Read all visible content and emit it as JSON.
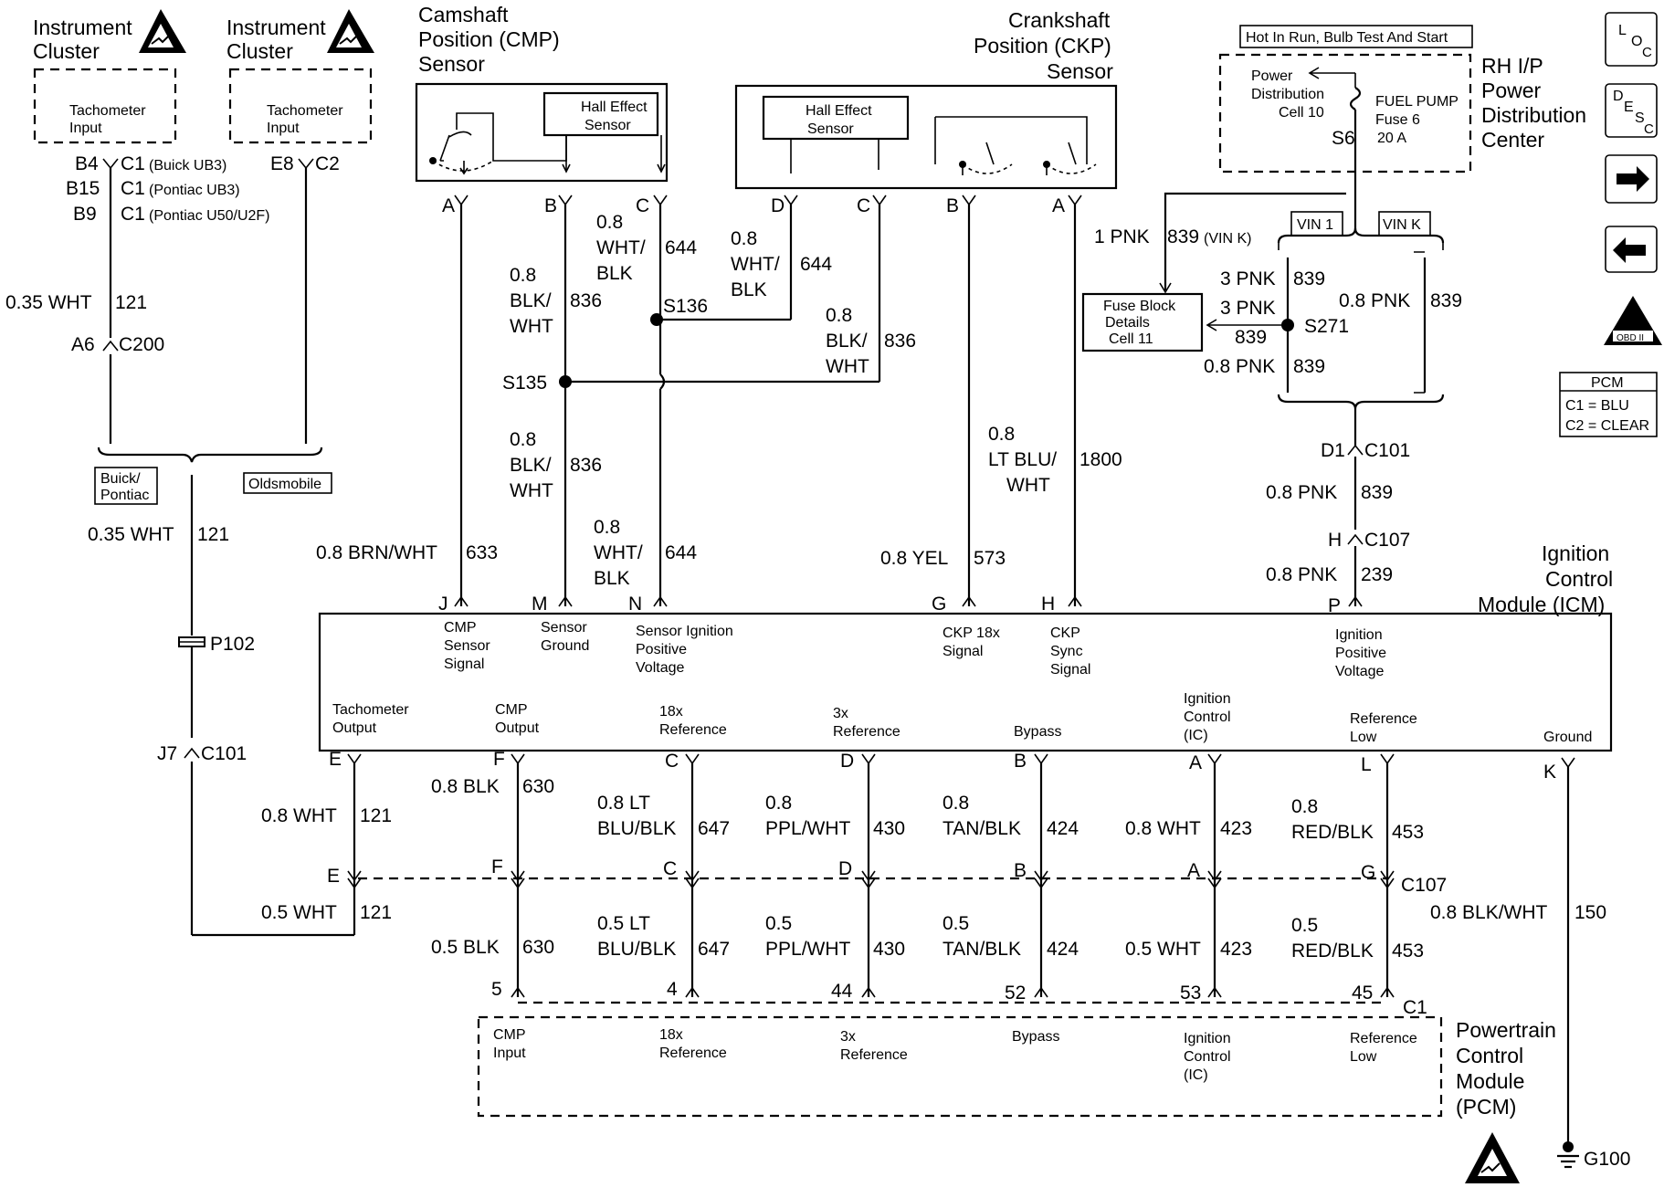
{
  "components": {
    "inst_cluster_1": [
      "Instrument",
      "Cluster"
    ],
    "inst_cluster_2": [
      "Instrument",
      "Cluster"
    ],
    "tach_input_1": [
      "Tachometer",
      "Input"
    ],
    "tach_input_2": [
      "Tachometer",
      "Input"
    ],
    "cmp_sensor": [
      "Camshaft",
      "Position (CMP)",
      "Sensor"
    ],
    "ckp_sensor": [
      "Crankshaft",
      "Position (CKP)",
      "Sensor"
    ],
    "hall_effect": [
      "Hall Effect",
      "Sensor"
    ],
    "pdc_hot": "Hot In Run, Bulb Test And Start",
    "pdc_cell": [
      "Power",
      "Distribution",
      "Cell 10"
    ],
    "pdc_fuse": [
      "FUEL PUMP",
      "Fuse 6",
      "20 A"
    ],
    "pdc_title": [
      "RH I/P",
      "Power",
      "Distribution",
      "Center"
    ],
    "fuse_block": [
      "Fuse Block",
      "Details",
      "Cell 11"
    ],
    "vin1": "VIN 1",
    "vink": "VIN K",
    "pcm_key": {
      "title": "PCM",
      "c1": "C1 = BLU",
      "c2": "C2 = CLEAR"
    },
    "icm_title": [
      "Ignition",
      "Control",
      "Module (ICM)"
    ],
    "pcm_title": [
      "Powertrain",
      "Control",
      "Module",
      "(PCM)"
    ],
    "buick_pontiac": [
      "Buick/",
      "Pontiac"
    ],
    "oldsmobile": "Oldsmobile",
    "ground": "G100",
    "s6": "S6"
  },
  "connectors": {
    "b4c1": "B4",
    "c1_buick": "C1",
    "buick_ub3": "(Buick UB3)",
    "b15": "B15",
    "c1_pont": "C1",
    "pontiac_ub3": "(Pontiac UB3)",
    "b9": "B9",
    "c1_pont2": "C1",
    "pontiac_u50": "(Pontiac U50/U2F)",
    "e8": "E8",
    "c2": "C2",
    "a6": "A6",
    "c200": "C200",
    "p102": "P102",
    "j7": "J7",
    "c101_left": "C101",
    "d1": "D1",
    "c101_right": "C101",
    "h": "H",
    "c107_top": "C107",
    "c107_bot": "C107",
    "c1_pcm": "C1",
    "s135": "S135",
    "s136": "S136",
    "s271": "S271"
  },
  "wires": {
    "w121_top": {
      "size": "0.35 WHT",
      "circuit": "121"
    },
    "w121_mid": {
      "size": "0.35 WHT",
      "circuit": "121"
    },
    "w121_icm": {
      "size": "0.8 WHT",
      "circuit": "121"
    },
    "w121_low": {
      "size": "0.5 WHT",
      "circuit": "121"
    },
    "w633": {
      "size": "0.8 BRN/WHT",
      "circuit": "633"
    },
    "w836_top": {
      "size": [
        "0.8",
        "BLK/",
        "WHT"
      ],
      "circuit": "836"
    },
    "w836_mid": {
      "size": [
        "0.8",
        "BLK/",
        "WHT"
      ],
      "circuit": "836"
    },
    "w836_ckp": {
      "size": [
        "0.8",
        "BLK/",
        "WHT"
      ],
      "circuit": "836"
    },
    "w644_top": {
      "size": [
        "0.8",
        "WHT/",
        "BLK"
      ],
      "circuit": "644"
    },
    "w644_ckp": {
      "size": [
        "0.8",
        "WHT/",
        "BLK"
      ],
      "circuit": "644"
    },
    "w644_low": {
      "size": [
        "0.8",
        "WHT/",
        "BLK"
      ],
      "circuit": "644"
    },
    "w573": {
      "size": "0.8 YEL",
      "circuit": "573"
    },
    "w1800": {
      "size": [
        "0.8",
        "LT BLU/",
        "WHT"
      ],
      "circuit": "1800"
    },
    "w839_main": {
      "size": "1 PNK",
      "circuit": "839",
      "note": "(VIN K)"
    },
    "w839_a": {
      "size": "3 PNK",
      "circuit": "839"
    },
    "w839_b": {
      "size": "3 PNK",
      "circuit": "839"
    },
    "w839_c": {
      "size": "0.8 PNK",
      "circuit": "839"
    },
    "w839_d": {
      "size": "0.8 PNK",
      "circuit": "839"
    },
    "w839_e": {
      "size": "0.8 PNK",
      "circuit": "839"
    },
    "w239": {
      "size": "0.8 PNK",
      "circuit": "239"
    },
    "w630_hi": {
      "size": "0.8 BLK",
      "circuit": "630"
    },
    "w630_lo": {
      "size": "0.5 BLK",
      "circuit": "630"
    },
    "w647_hi": {
      "size": [
        "0.8 LT",
        "BLU/BLK"
      ],
      "circuit": "647"
    },
    "w647_lo": {
      "size": [
        "0.5 LT",
        "BLU/BLK"
      ],
      "circuit": "647"
    },
    "w430_hi": {
      "size": [
        "0.8",
        "PPL/WHT"
      ],
      "circuit": "430"
    },
    "w430_lo": {
      "size": [
        "0.5",
        "PPL/WHT"
      ],
      "circuit": "430"
    },
    "w424_hi": {
      "size": [
        "0.8",
        "TAN/BLK"
      ],
      "circuit": "424"
    },
    "w424_lo": {
      "size": [
        "0.5",
        "TAN/BLK"
      ],
      "circuit": "424"
    },
    "w423_hi": {
      "size": "0.8 WHT",
      "circuit": "423"
    },
    "w423_lo": {
      "size": "0.5 WHT",
      "circuit": "423"
    },
    "w453_hi": {
      "size": [
        "0.8",
        "RED/BLK"
      ],
      "circuit": "453"
    },
    "w453_lo": {
      "size": [
        "0.5",
        "RED/BLK"
      ],
      "circuit": "453"
    },
    "w150": {
      "size": "0.8 BLK/WHT",
      "circuit": "150"
    }
  },
  "cmp_pins": [
    "A",
    "B",
    "C"
  ],
  "ckp_pins": [
    "D",
    "C",
    "B",
    "A"
  ],
  "icm_top_pins": [
    {
      "pin": "J",
      "label": [
        "CMP",
        "Sensor",
        "Signal"
      ]
    },
    {
      "pin": "M",
      "label": [
        "Sensor",
        "Ground"
      ]
    },
    {
      "pin": "N",
      "label": [
        "Sensor Ignition",
        "Positive",
        "Voltage"
      ]
    },
    {
      "pin": "G",
      "label": [
        "CKP 18x",
        "Signal"
      ]
    },
    {
      "pin": "H",
      "label": [
        "CKP",
        "Sync",
        "Signal"
      ]
    },
    {
      "pin": "P",
      "label": [
        "Ignition",
        "Positive",
        "Voltage"
      ]
    }
  ],
  "icm_bottom_pins": [
    {
      "pin": "E",
      "label": [
        "Tachometer",
        "Output"
      ]
    },
    {
      "pin": "F",
      "label": [
        "CMP",
        "Output"
      ]
    },
    {
      "pin": "C",
      "label": [
        "18x",
        "Reference"
      ]
    },
    {
      "pin": "D",
      "label": [
        "3x",
        "Reference"
      ]
    },
    {
      "pin": "B",
      "label": [
        "Bypass"
      ]
    },
    {
      "pin": "A",
      "label": [
        "Ignition",
        "Control",
        "(IC)"
      ]
    },
    {
      "pin": "L",
      "label": [
        "Reference",
        "Low"
      ]
    },
    {
      "pin": "K",
      "label": [
        "Ground"
      ]
    }
  ],
  "c107_pins": [
    "E",
    "F",
    "C",
    "D",
    "B",
    "A",
    "G"
  ],
  "pcm_pins": [
    {
      "pin": "5",
      "label": [
        "CMP",
        "Input"
      ]
    },
    {
      "pin": "4",
      "label": [
        "18x",
        "Reference"
      ]
    },
    {
      "pin": "44",
      "label": [
        "3x",
        "Reference"
      ]
    },
    {
      "pin": "52",
      "label": [
        "Bypass"
      ]
    },
    {
      "pin": "53",
      "label": [
        "Ignition",
        "Control",
        "(IC)"
      ]
    },
    {
      "pin": "45",
      "label": [
        "Reference",
        "Low"
      ]
    }
  ],
  "side_icons": {
    "loc": [
      "L",
      "O",
      "C"
    ],
    "desc": [
      "D",
      "E",
      "S",
      "C"
    ],
    "obd": "OBD II"
  }
}
